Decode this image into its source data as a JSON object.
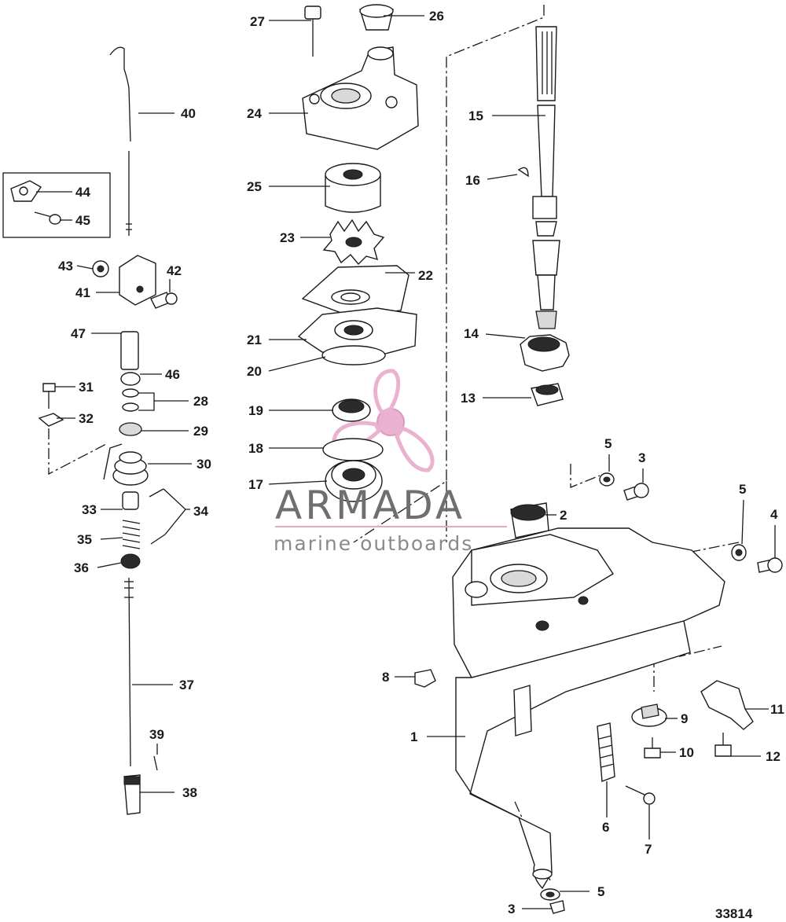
{
  "diagram": {
    "part_number": "33814",
    "watermark": {
      "brand": "ARMADA",
      "tagline": "marine outboards",
      "color": "#e8a5c8"
    },
    "callouts": {
      "c1": "1",
      "c2": "2",
      "c3a": "3",
      "c3b": "3",
      "c4": "4",
      "c5a": "5",
      "c5b": "5",
      "c5c": "5",
      "c6": "6",
      "c7": "7",
      "c8": "8",
      "c9": "9",
      "c10": "10",
      "c11": "11",
      "c12": "12",
      "c13": "13",
      "c14": "14",
      "c15": "15",
      "c16": "16",
      "c17": "17",
      "c18": "18",
      "c19": "19",
      "c20": "20",
      "c21": "21",
      "c22": "22",
      "c23": "23",
      "c24": "24",
      "c25": "25",
      "c26": "26",
      "c27": "27",
      "c28": "28",
      "c29": "29",
      "c30": "30",
      "c31": "31",
      "c32": "32",
      "c33": "33",
      "c34": "34",
      "c35": "35",
      "c36": "36",
      "c37": "37",
      "c38": "38",
      "c39": "39",
      "c40": "40",
      "c41": "41",
      "c42": "42",
      "c43": "43",
      "c44": "44",
      "c45": "45",
      "c46": "46",
      "c47": "47"
    }
  }
}
